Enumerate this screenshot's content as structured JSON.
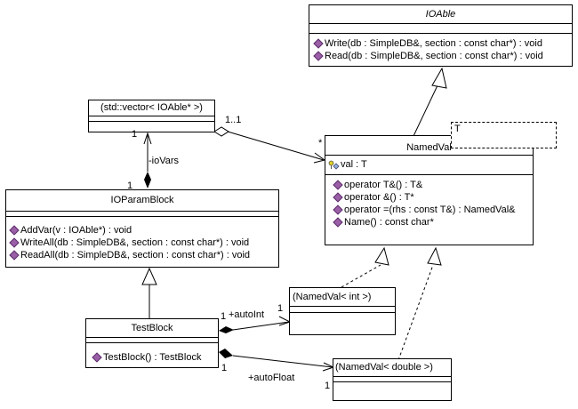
{
  "diagram_type": "UML class diagram",
  "classes": {
    "ioable": {
      "name": "IOAble",
      "abstract": true,
      "attributes": [],
      "operations": [
        "Write(db : SimpleDB&, section : const char*) : void",
        "Read(db : SimpleDB&, section : const char*) : void"
      ]
    },
    "vector": {
      "name": "(std::vector< IOAble* >)",
      "attributes": [],
      "operations": []
    },
    "namedval": {
      "name": "NamedVal",
      "template_param": "T",
      "attributes": [
        "val : T"
      ],
      "operations": [
        "operator T&() : T&",
        "operator &() : T*",
        "operator =(rhs : const T&) : NamedVal&",
        "Name() : const char*"
      ]
    },
    "ioparamblock": {
      "name": "IOParamBlock",
      "attributes": [],
      "operations": [
        "AddVar(v : IOAble*) : void",
        "WriteAll(db : SimpleDB&, section : const char*) : void",
        "ReadAll(db : SimpleDB&, section : const char*) : void"
      ]
    },
    "testblock": {
      "name": "TestBlock",
      "attributes": [],
      "operations": [
        "TestBlock() : TestBlock"
      ]
    },
    "namedval_int": {
      "name": "(NamedVal< int >)",
      "attributes": [],
      "operations": []
    },
    "namedval_double": {
      "name": "(NamedVal< double >)",
      "attributes": [],
      "operations": []
    }
  },
  "relationships": [
    {
      "type": "generalization",
      "from": "NamedVal",
      "to": "IOAble"
    },
    {
      "type": "aggregation",
      "from": "(std::vector< IOAble* >)",
      "to": "NamedVal",
      "source_multiplicity": "1..1",
      "target_multiplicity": "*"
    },
    {
      "type": "composition",
      "from": "IOParamBlock",
      "to": "(std::vector< IOAble* >)",
      "role": "-ioVars",
      "source_multiplicity": "1",
      "target_multiplicity": "1"
    },
    {
      "type": "generalization",
      "from": "TestBlock",
      "to": "IOParamBlock"
    },
    {
      "type": "composition",
      "from": "TestBlock",
      "to": "(NamedVal< int >)",
      "role": "+autoInt",
      "source_multiplicity": "1",
      "target_multiplicity": "1"
    },
    {
      "type": "composition",
      "from": "TestBlock",
      "to": "(NamedVal< double >)",
      "role": "+autoFloat",
      "source_multiplicity": "1",
      "target_multiplicity": "1"
    },
    {
      "type": "realization",
      "from": "(NamedVal< int >)",
      "to": "NamedVal"
    },
    {
      "type": "realization",
      "from": "(NamedVal< double >)",
      "to": "NamedVal"
    }
  ],
  "labels": {
    "agg_mult_src": "1..1",
    "agg_mult_tgt": "*",
    "iovars_role": "-ioVars",
    "iovars_mult_top": "1",
    "iovars_mult_bottom": "1",
    "autoint_role": "+autoInt",
    "autoint_mult_src": "1",
    "autoint_mult_tgt": "1",
    "autofloat_role": "+autoFloat",
    "autofloat_mult_src": "1",
    "autofloat_mult_tgt": "1"
  }
}
